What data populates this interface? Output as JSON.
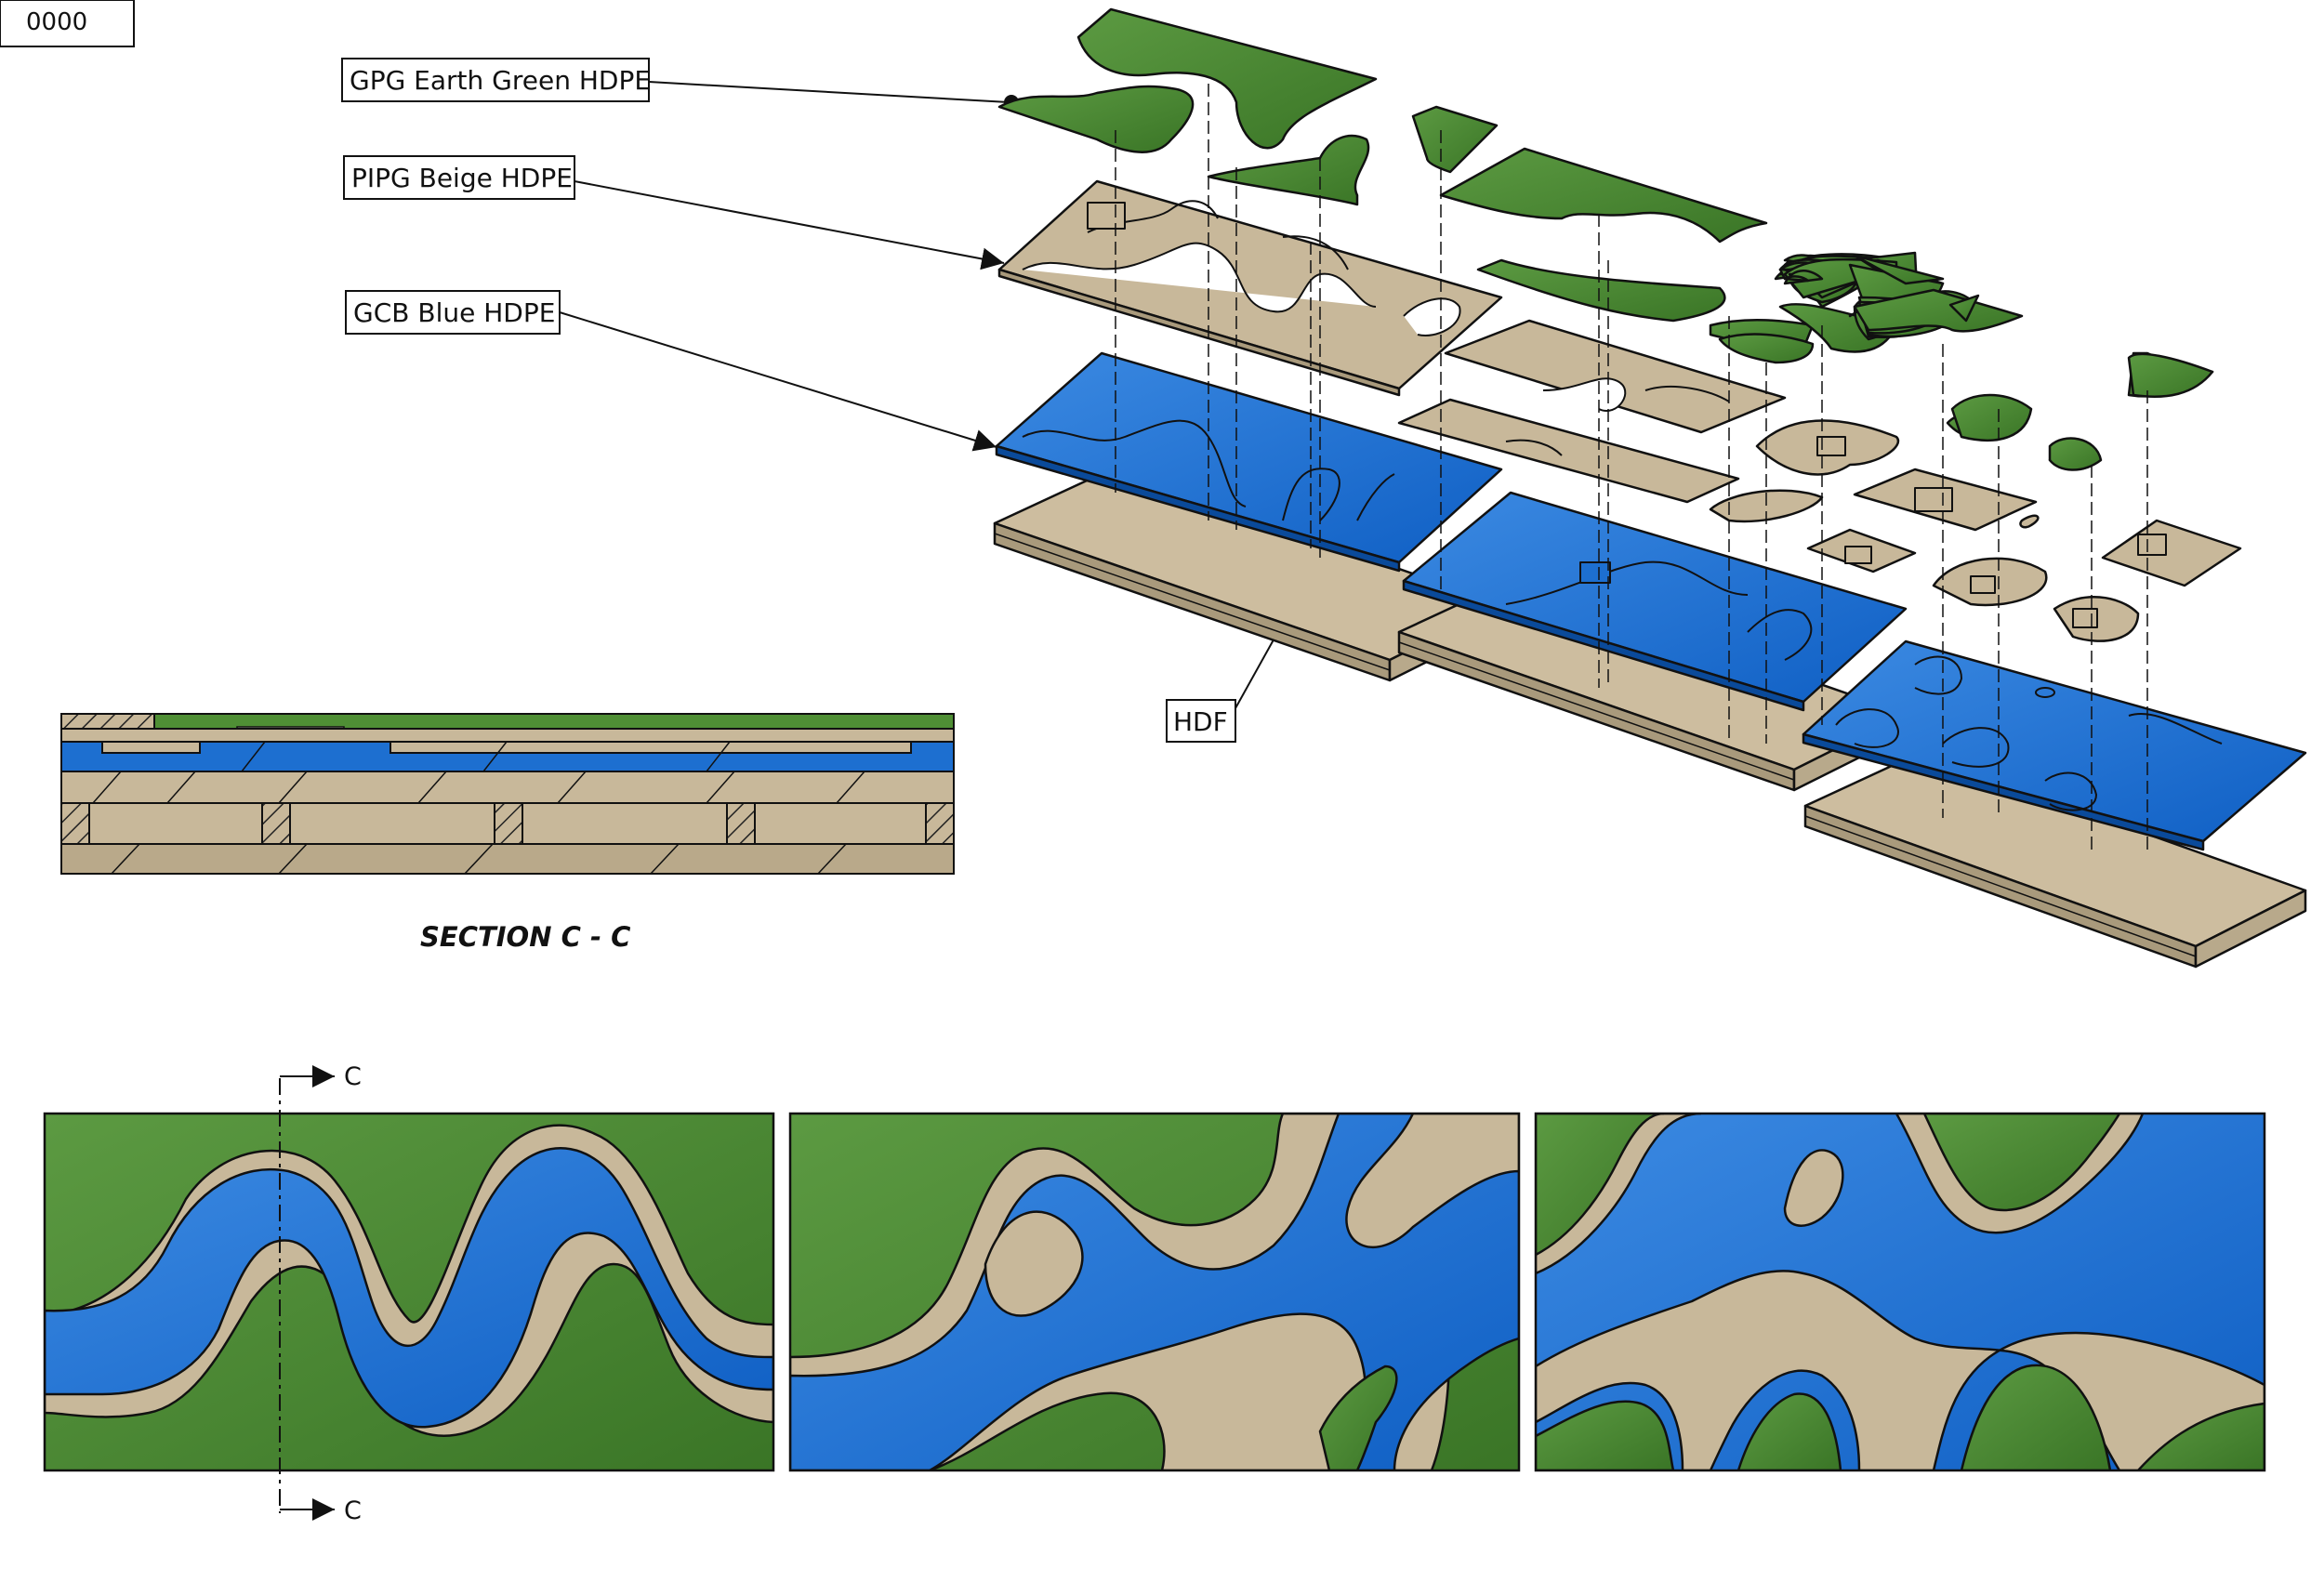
{
  "sheet_number": "0000",
  "callouts": {
    "green": "GPG Earth Green HDPE",
    "beige": "PIPG Beige HDPE",
    "blue": "GCB Blue HDPE",
    "hdf": "HDF"
  },
  "section": {
    "title": "SECTION C - C",
    "marker_top": "C",
    "marker_bottom": "C"
  },
  "colors": {
    "green": "#3f7c2a",
    "green_light": "#5a9a40",
    "beige": "#c8b89a",
    "beige_dark": "#a99a7c",
    "blue": "#1d6fd0",
    "blue_light": "#3b8ae0",
    "outline": "#111111"
  },
  "views": [
    "isometric-exploded-view",
    "section-c-c",
    "plan-panel-1",
    "plan-panel-2",
    "plan-panel-3"
  ]
}
